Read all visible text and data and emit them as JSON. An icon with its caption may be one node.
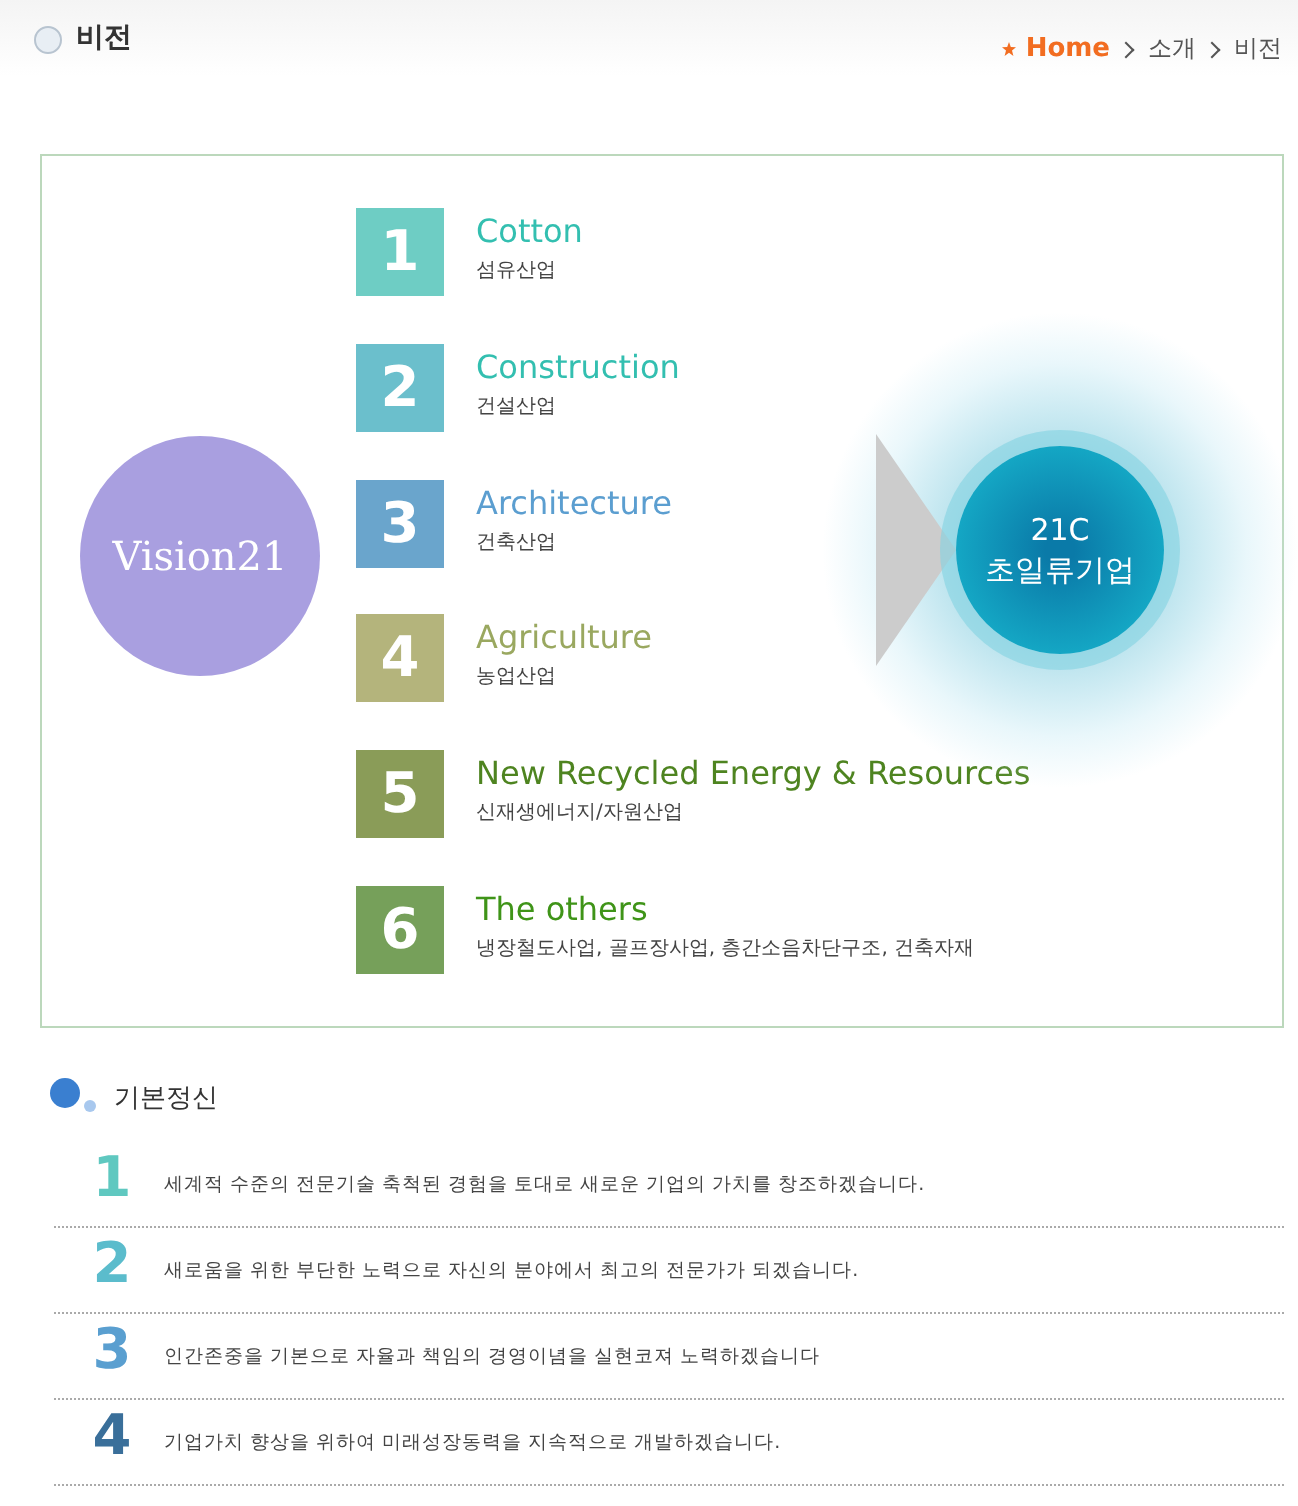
{
  "diagram": {
    "title": "비전",
    "nodes": [
      {
        "text": [
          "Vision21"
        ]
      },
      {
        "text": [
          "1",
          "Cotton",
          "섬유산업"
        ]
      },
      {
        "text": [
          "2",
          "Construction",
          "건설산업"
        ]
      },
      {
        "text": [
          "3",
          "Architecture",
          "건축산업"
        ]
      },
      {
        "text": [
          "4",
          "Agriculture",
          "농업산업"
        ]
      },
      {
        "text": [
          "5",
          "New Recycled Energy & Resources",
          "신재생에너지/자원산업"
        ]
      },
      {
        "text": [
          "6",
          "The others",
          "냉장철도사업, 골프장사업, 층간소음차단구조, 건축자재"
        ]
      },
      {
        "text": [
          "21C 초일류기업"
        ]
      }
    ],
    "edges": [
      {
        "from": null,
        "to": 7,
        "arrow": "to"
      }
    ],
    "labels": [
      "Home",
      "소개",
      "비전",
      "기본정신",
      "1",
      "세계적 수준의 전문기술 축척된 경험을 토대로 새로운 기업의 가치를 창조하겠습니다.",
      "2",
      "새로움을 위한 부단한 노력으로 자신의 분야에서 최고의 전문가가 되겠습니다.",
      "3",
      "인간존중을 기본으로 자율과 책임의 경영이념을 실현코져 노력하겠습니다",
      "4",
      "기업가치 향상을 위하여 미래성장동력을 지속적으로 개발하겠습니다."
    ]
  }
}
